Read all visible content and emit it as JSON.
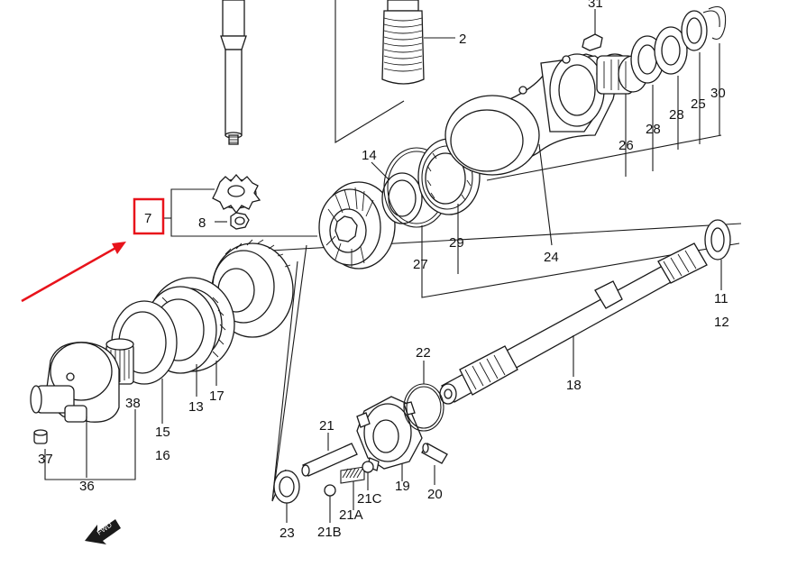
{
  "diagram": {
    "labels": {
      "l2": "2",
      "l7": "7",
      "l8": "8",
      "l11": "11",
      "l12": "12",
      "l13": "13",
      "l14": "14",
      "l15": "15",
      "l16": "16",
      "l17": "17",
      "l18": "18",
      "l19": "19",
      "l20": "20",
      "l21": "21",
      "l21a": "21A",
      "l21b": "21B",
      "l21c": "21C",
      "l22": "22",
      "l23": "23",
      "l24": "24",
      "l25": "25",
      "l26": "26",
      "l27": "27",
      "l28a": "28",
      "l28b": "28",
      "l29": "29",
      "l30": "30",
      "l31": "31",
      "l36": "36",
      "l37": "37",
      "l38": "38"
    },
    "fwd_text": "FWD",
    "highlight_color": "#e8131b",
    "arrow_color": "#e8131b",
    "line_color": "#1a1a1a"
  }
}
